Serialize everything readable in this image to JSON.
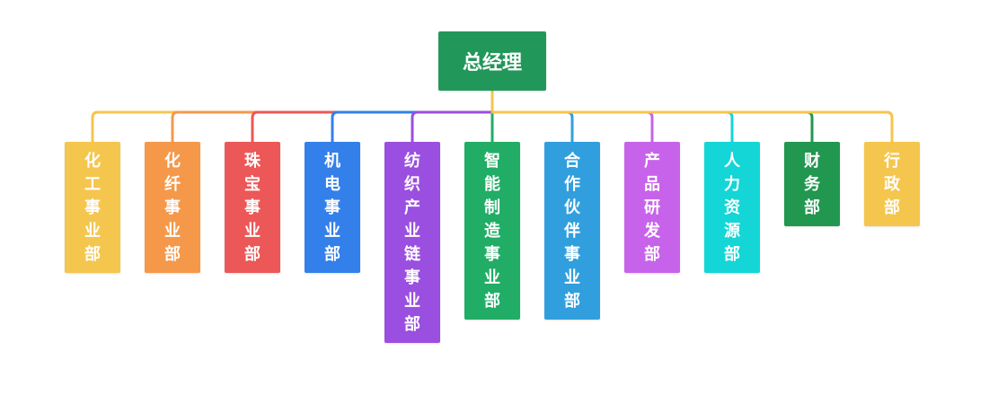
{
  "root": {
    "label": "总经理",
    "color": "#22975a"
  },
  "departments": [
    {
      "label": "化工事业部",
      "color": "#f5c64e"
    },
    {
      "label": "化纤事业部",
      "color": "#f5984a"
    },
    {
      "label": "珠宝事业部",
      "color": "#ec5757"
    },
    {
      "label": "机电事业部",
      "color": "#3380ea"
    },
    {
      "label": "纺织产业链事业部",
      "color": "#9a4fe0"
    },
    {
      "label": "智能制造事业部",
      "color": "#21ad66"
    },
    {
      "label": "合作伙伴事业部",
      "color": "#319fde"
    },
    {
      "label": "产品研发部",
      "color": "#c763ea"
    },
    {
      "label": "人力资源部",
      "color": "#14d6d6"
    },
    {
      "label": "财务部",
      "color": "#22974f"
    },
    {
      "label": "行政部",
      "color": "#f5c64e"
    }
  ],
  "connector_color": "#f5c64e"
}
